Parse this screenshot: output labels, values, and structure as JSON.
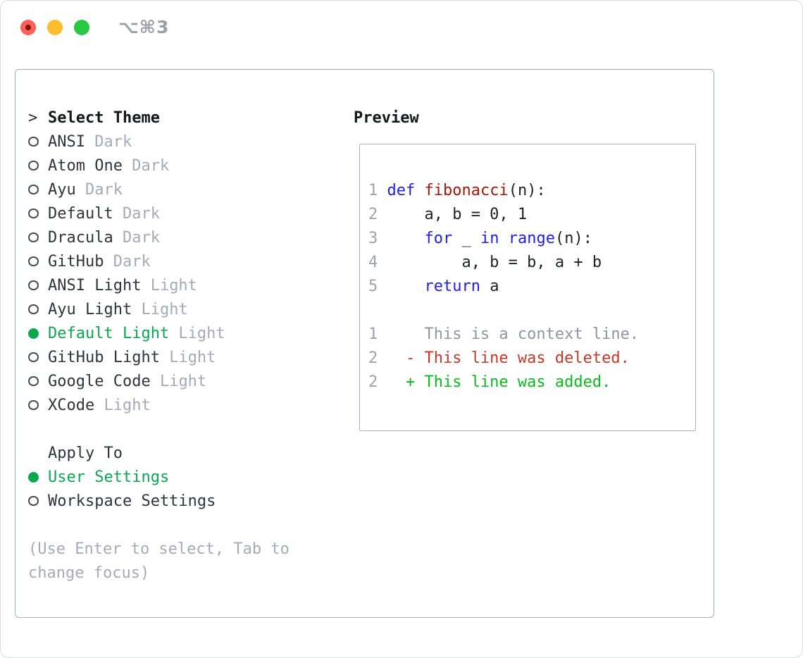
{
  "window": {
    "title": "⌥⌘3"
  },
  "traffic_lights": {
    "close": "#fe5f57",
    "close_inner_dot": "#7c150d",
    "minimize": "#febc2f",
    "zoom": "#28c840"
  },
  "theme_list": {
    "header_prefix": ">",
    "header": "Select Theme",
    "items": [
      {
        "name": "ANSI",
        "variant": "Dark",
        "selected": false
      },
      {
        "name": "Atom One",
        "variant": "Dark",
        "selected": false
      },
      {
        "name": "Ayu",
        "variant": "Dark",
        "selected": false
      },
      {
        "name": "Default",
        "variant": "Dark",
        "selected": false
      },
      {
        "name": "Dracula",
        "variant": "Dark",
        "selected": false
      },
      {
        "name": "GitHub",
        "variant": "Dark",
        "selected": false
      },
      {
        "name": "ANSI Light",
        "variant": "Light",
        "selected": false
      },
      {
        "name": "Ayu Light",
        "variant": "Light",
        "selected": false
      },
      {
        "name": "Default Light",
        "variant": "Light",
        "selected": true
      },
      {
        "name": "GitHub Light",
        "variant": "Light",
        "selected": false
      },
      {
        "name": "Google Code",
        "variant": "Light",
        "selected": false
      },
      {
        "name": "XCode",
        "variant": "Light",
        "selected": false
      }
    ]
  },
  "apply_to": {
    "header": "Apply To",
    "items": [
      {
        "name": "User Settings",
        "selected": true
      },
      {
        "name": "Workspace Settings",
        "selected": false
      }
    ]
  },
  "hint": {
    "line1": "(Use Enter to select, Tab to",
    "line2": "change focus)"
  },
  "preview": {
    "label": "Preview",
    "lines": [
      {
        "num": "",
        "parts": []
      },
      {
        "num": "1",
        "parts": [
          {
            "t": "def",
            "c": "kw"
          },
          {
            "t": " ",
            "c": "code"
          },
          {
            "t": "fibonacci",
            "c": "fn"
          },
          {
            "t": "(n):",
            "c": "code"
          }
        ]
      },
      {
        "num": "2",
        "parts": [
          {
            "t": "    a, b = 0, 1",
            "c": "code"
          }
        ]
      },
      {
        "num": "3",
        "parts": [
          {
            "t": "    ",
            "c": "code"
          },
          {
            "t": "for",
            "c": "kw"
          },
          {
            "t": " _ ",
            "c": "code"
          },
          {
            "t": "in",
            "c": "kw"
          },
          {
            "t": " ",
            "c": "code"
          },
          {
            "t": "range",
            "c": "kw"
          },
          {
            "t": "(n):",
            "c": "code"
          }
        ]
      },
      {
        "num": "4",
        "parts": [
          {
            "t": "        a, b = b, a + b",
            "c": "code"
          }
        ]
      },
      {
        "num": "5",
        "parts": [
          {
            "t": "    ",
            "c": "code"
          },
          {
            "t": "return",
            "c": "kw"
          },
          {
            "t": " a",
            "c": "code"
          }
        ]
      },
      {
        "num": "",
        "parts": []
      },
      {
        "num": "1",
        "parts": [
          {
            "t": "    This is a context line.",
            "c": "ctx"
          }
        ]
      },
      {
        "num": "2",
        "parts": [
          {
            "t": "  - This line was deleted.",
            "c": "del"
          }
        ]
      },
      {
        "num": "2",
        "parts": [
          {
            "t": "  + This line was added.",
            "c": "add"
          }
        ]
      }
    ]
  },
  "colors": {
    "selected_green": "#0ca750",
    "keyword_blue": "#1d1df0",
    "function_red": "#a51508",
    "code_text": "#1d2127",
    "context_gray": "#8d96a0",
    "deleted_red": "#c93726",
    "added_green": "#0abc1c",
    "line_number_gray": "#9aa3b2",
    "muted_gray": "#a3abb8"
  }
}
